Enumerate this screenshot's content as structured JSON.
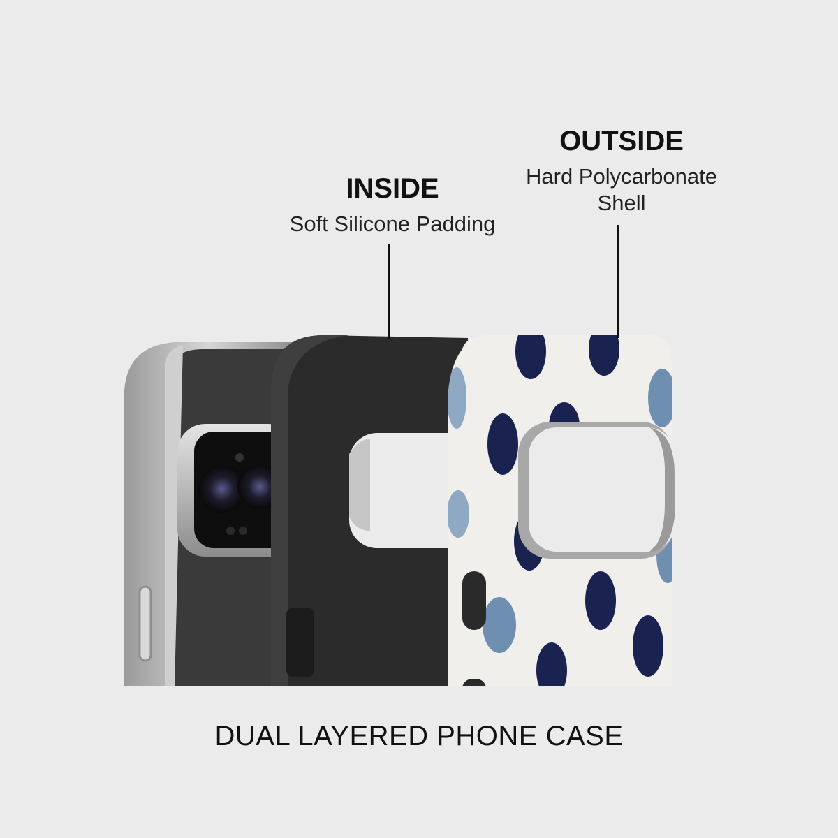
{
  "labels": {
    "inside": {
      "title": "INSIDE",
      "subtitle": "Soft Silicone Padding"
    },
    "outside": {
      "title": "OUTSIDE",
      "subtitle_line1": "Hard Polycarbonate",
      "subtitle_line2": "Shell"
    }
  },
  "caption": "DUAL LAYERED PHONE CASE",
  "colors": {
    "background": "#ebebeb",
    "phone_frame": "#b8b8b8",
    "phone_back": "#3a3a3a",
    "silicone_layer": "#2b2b2b",
    "shell": "#f0efec",
    "dot_navy": "#1a2350",
    "dot_blue": "#6f8fb0"
  },
  "icons": [
    "camera-bar-icon",
    "camera-lens-icon",
    "side-button-icon"
  ]
}
